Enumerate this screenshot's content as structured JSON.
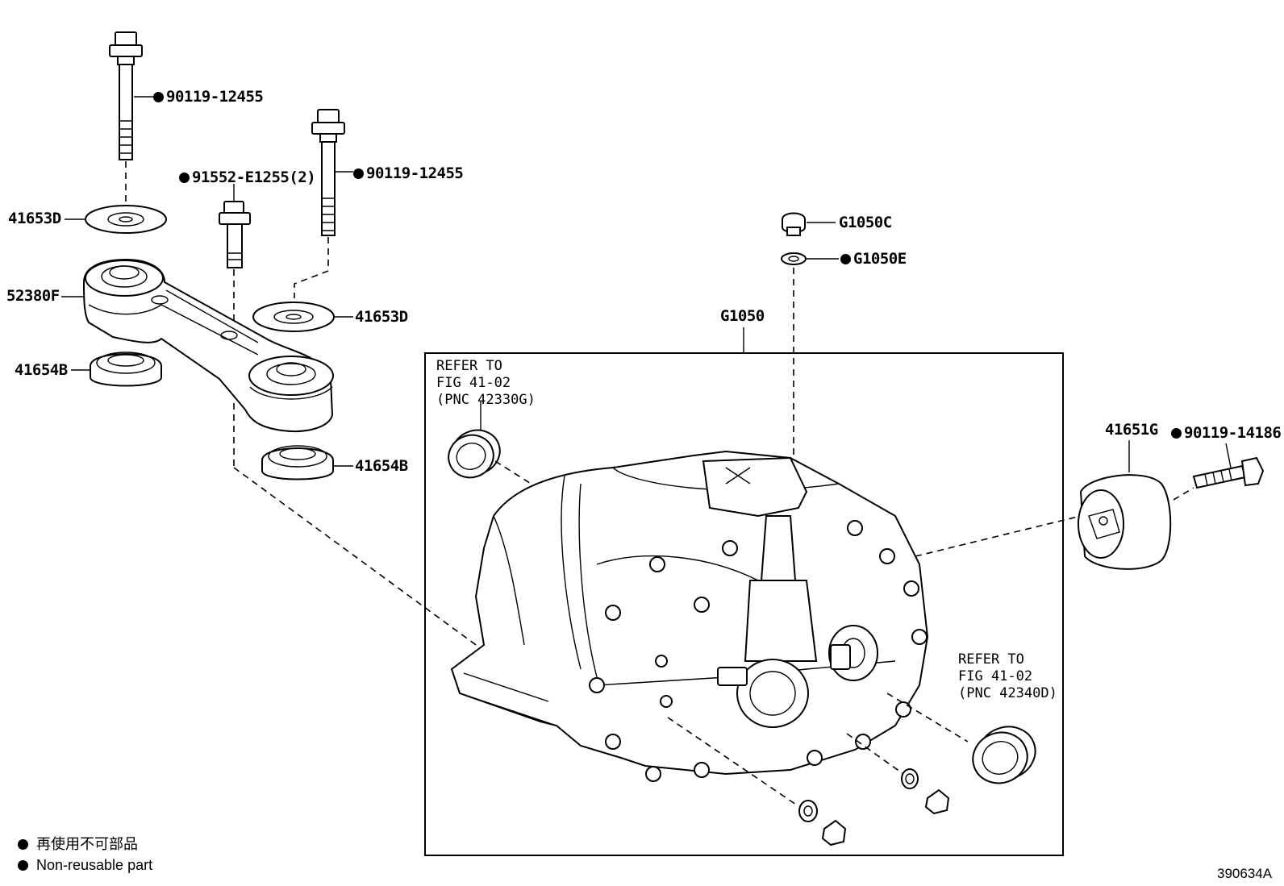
{
  "labels": {
    "bolt_top": "90119-12455",
    "bolt_mid": "90119-12455",
    "bolt_small": "91552-E1255(2)",
    "washer_top_left": "41653D",
    "washer_mid": "41653D",
    "bracket": "52380F",
    "bushing_left": "41654B",
    "bushing_lower": "41654B",
    "plug": "G1050C",
    "gasket": "G1050E",
    "transaxle": "G1050",
    "damper": "41651G",
    "damper_bolt": "90119-14186"
  },
  "notes": {
    "refer_left": "REFER TO\nFIG 41-02\n(PNC 42330G)",
    "refer_right": "REFER TO\nFIG 41-02\n(PNC 42340D)"
  },
  "legend": {
    "line_jp": "再使用不可部品",
    "line_en": "Non-reusable part"
  },
  "figure_number": "390634A"
}
